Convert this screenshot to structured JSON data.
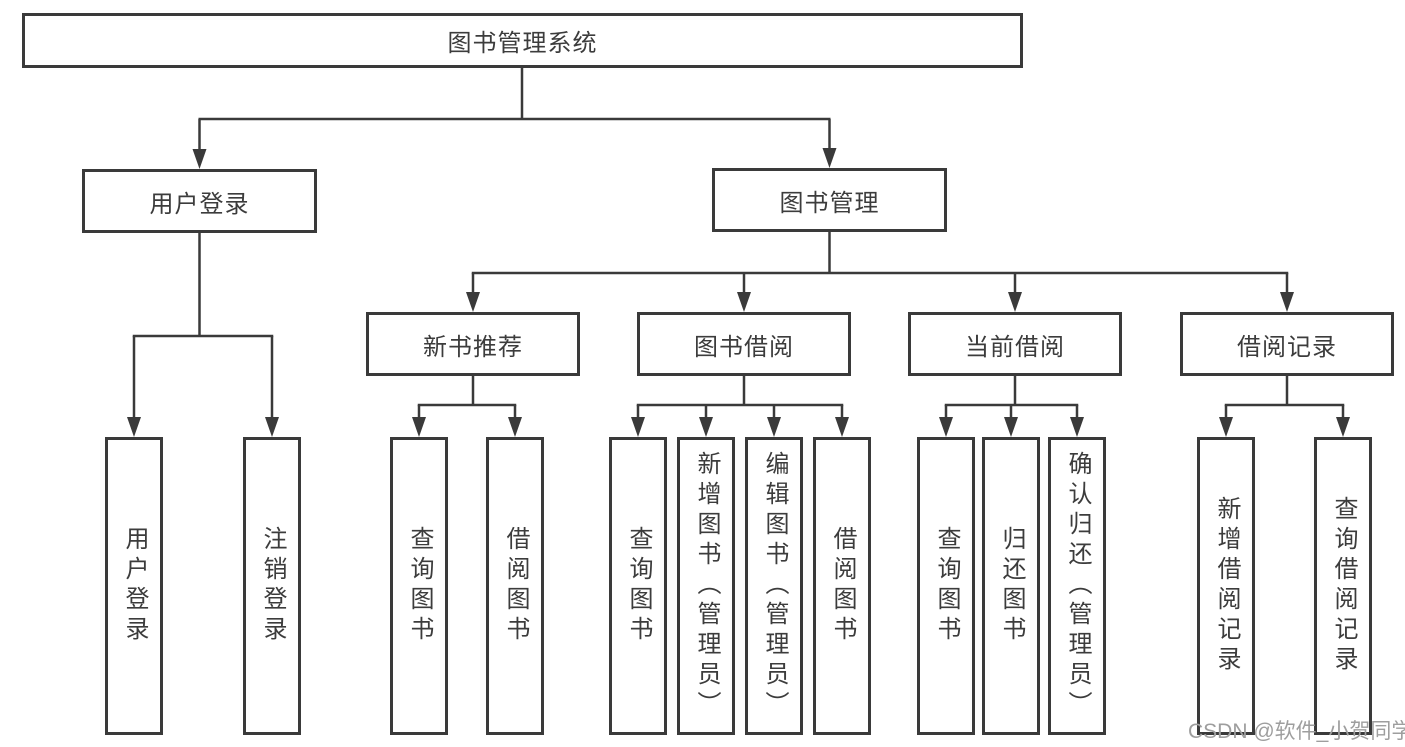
{
  "diagram": {
    "title": "图书管理系统",
    "root": {
      "label": "图书管理系统"
    },
    "level2": [
      {
        "label": "用户登录"
      },
      {
        "label": "图书管理"
      }
    ],
    "level3": [
      {
        "label": "新书推荐"
      },
      {
        "label": "图书借阅"
      },
      {
        "label": "当前借阅"
      },
      {
        "label": "借阅记录"
      }
    ],
    "leaves": [
      {
        "label": "用户登录",
        "parent": "用户登录"
      },
      {
        "label": "注销登录",
        "parent": "用户登录"
      },
      {
        "label": "查询图书",
        "parent": "新书推荐"
      },
      {
        "label": "借阅图书",
        "parent": "新书推荐"
      },
      {
        "label": "查询图书",
        "parent": "图书借阅"
      },
      {
        "label": "新增图书（管理员）",
        "parent": "图书借阅"
      },
      {
        "label": "编辑图书（管理员）",
        "parent": "图书借阅"
      },
      {
        "label": "借阅图书",
        "parent": "图书借阅"
      },
      {
        "label": "查询图书",
        "parent": "当前借阅"
      },
      {
        "label": "归还图书",
        "parent": "当前借阅"
      },
      {
        "label": "确认归还（管理员）",
        "parent": "当前借阅"
      },
      {
        "label": "新增借阅记录",
        "parent": "借阅记录"
      },
      {
        "label": "查询借阅记录",
        "parent": "借阅记录"
      }
    ],
    "colors": {
      "line": "#3a3a3a",
      "box_border": "#3a3a3a",
      "text": "#3c3c3c",
      "background": "#ffffff",
      "watermark": "#9e9e9e"
    }
  },
  "watermark": {
    "text": "CSDN @软件_小贺同学"
  }
}
